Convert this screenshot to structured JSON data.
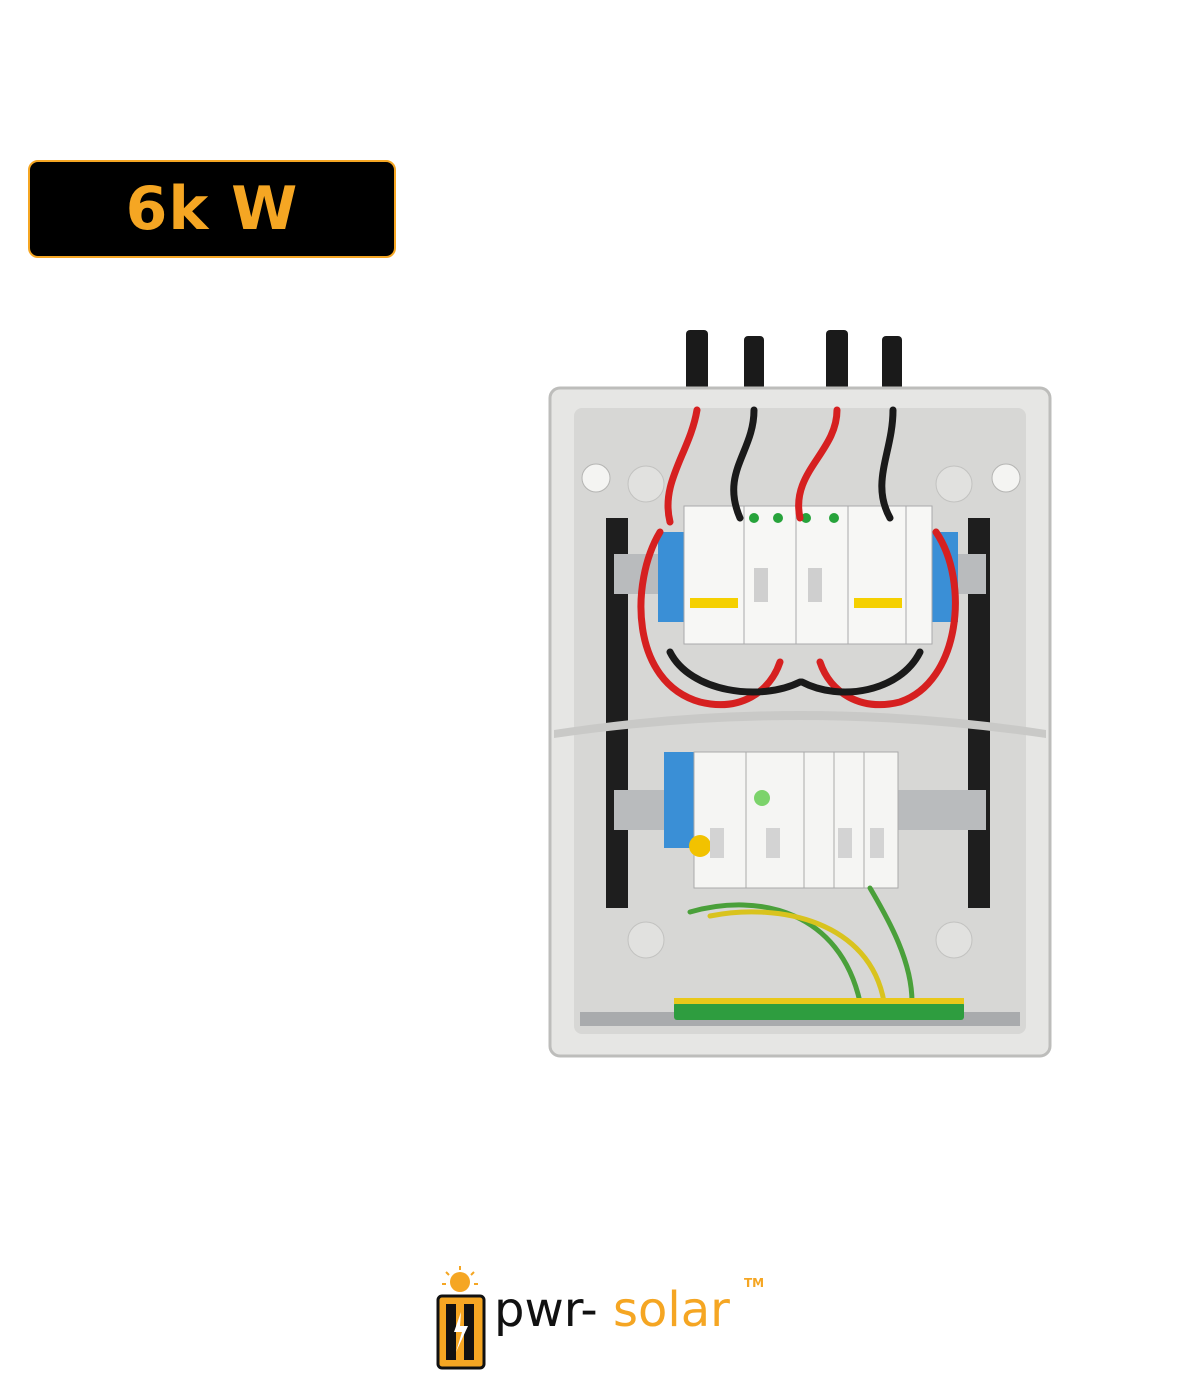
{
  "badge": {
    "text": "6k W"
  },
  "photo": {
    "subject": "solar combiner box"
  },
  "brand": {
    "name_part1": "pwr-",
    "name_part2": " solar",
    "trademark": "TM"
  },
  "colors": {
    "accent": "#f5a623",
    "badge_bg": "#000000",
    "dark_text": "#111111"
  }
}
